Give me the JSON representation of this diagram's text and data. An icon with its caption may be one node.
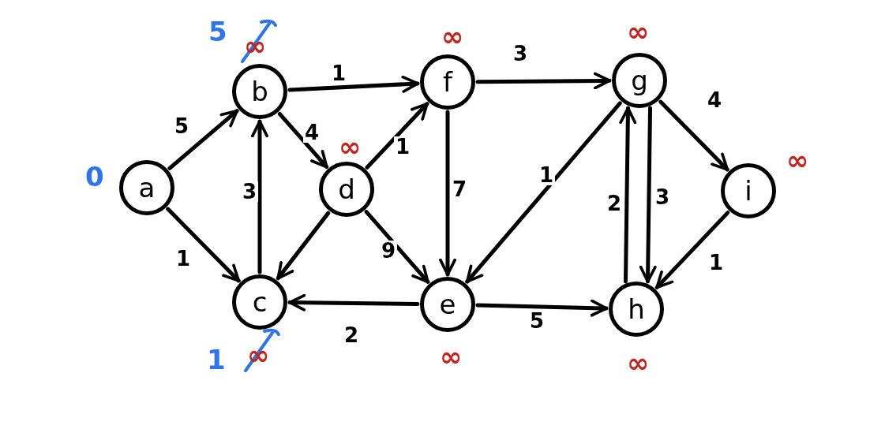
{
  "diagram": {
    "nodes": [
      {
        "text": [
          "a"
        ],
        "beside": [
          "0"
        ]
      },
      {
        "text": [
          "b"
        ],
        "beside": [
          "5",
          "∞"
        ]
      },
      {
        "text": [
          "c"
        ],
        "beside": [
          "1",
          "∞"
        ]
      },
      {
        "text": [
          "d"
        ],
        "beside": [
          "∞"
        ]
      },
      {
        "text": [
          "e"
        ],
        "beside": [
          "∞"
        ]
      },
      {
        "text": [
          "f"
        ],
        "beside": [
          "∞"
        ]
      },
      {
        "text": [
          "g"
        ],
        "beside": [
          "∞"
        ]
      },
      {
        "text": [
          "h"
        ],
        "beside": [
          "∞"
        ]
      },
      {
        "text": [
          "i"
        ],
        "beside": [
          "∞"
        ]
      }
    ],
    "edges": [
      {
        "from": 0,
        "to": 1,
        "arrow": "to",
        "label": "5"
      },
      {
        "from": 0,
        "to": 2,
        "arrow": "to",
        "label": "1"
      },
      {
        "from": 1,
        "to": 5,
        "arrow": "to",
        "label": "1"
      },
      {
        "from": 1,
        "to": 3,
        "arrow": "to",
        "label": "4"
      },
      {
        "from": 2,
        "to": 1,
        "arrow": "to",
        "label": "3"
      },
      {
        "from": 3,
        "to": 5,
        "arrow": "to",
        "label": "1"
      },
      {
        "from": 3,
        "to": 2,
        "arrow": "to"
      },
      {
        "from": 3,
        "to": 4,
        "arrow": "to",
        "label": "9"
      },
      {
        "from": 5,
        "to": 4,
        "arrow": "to",
        "label": "7"
      },
      {
        "from": 4,
        "to": 2,
        "arrow": "to",
        "label": "2"
      },
      {
        "from": 5,
        "to": 6,
        "arrow": "to",
        "label": "3"
      },
      {
        "from": 6,
        "to": 4,
        "arrow": "to",
        "label": "1"
      },
      {
        "from": 4,
        "to": 7,
        "arrow": "to",
        "label": "5"
      },
      {
        "from": 7,
        "to": 6,
        "arrow": "to",
        "label": "2"
      },
      {
        "from": 6,
        "to": 7,
        "arrow": "to",
        "label": "3"
      },
      {
        "from": 6,
        "to": 8,
        "arrow": "to",
        "label": "4"
      },
      {
        "from": 8,
        "to": 7,
        "arrow": "to",
        "label": "1"
      }
    ]
  }
}
